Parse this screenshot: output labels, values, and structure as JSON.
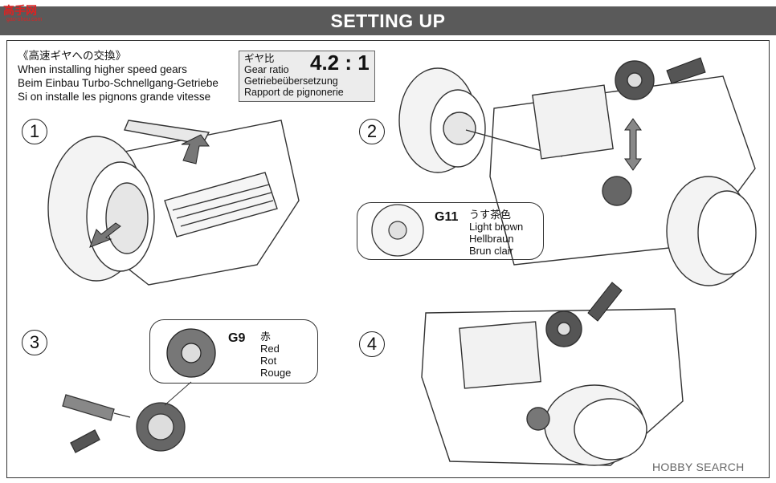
{
  "header": {
    "title": "SETTING UP"
  },
  "logo": {
    "text": "高手网",
    "subtext": "gao-shou.com"
  },
  "intro": {
    "jp": "《高速ギヤへの交換》",
    "en": "When installing higher speed gears",
    "de": "Beim Einbau Turbo-Schnellgang-Getriebe",
    "fr": "Si on installe les pignons grande vitesse"
  },
  "gear_ratio": {
    "jp": "ギヤ比",
    "en": "Gear ratio",
    "de": "Getriebeübersetzung",
    "fr": "Rapport de pignonerie",
    "value": "4.2 : 1"
  },
  "steps": [
    "1",
    "2",
    "3",
    "4"
  ],
  "gear_g11": {
    "id": "G11",
    "jp": "うす茶色",
    "en": "Light brown",
    "de": "Hellbraun",
    "fr": "Brun clair"
  },
  "gear_g9": {
    "id": "G9",
    "jp": "赤",
    "en": "Red",
    "de": "Rot",
    "fr": "Rouge"
  },
  "watermark": {
    "text": "HOBBY SEARCH"
  }
}
